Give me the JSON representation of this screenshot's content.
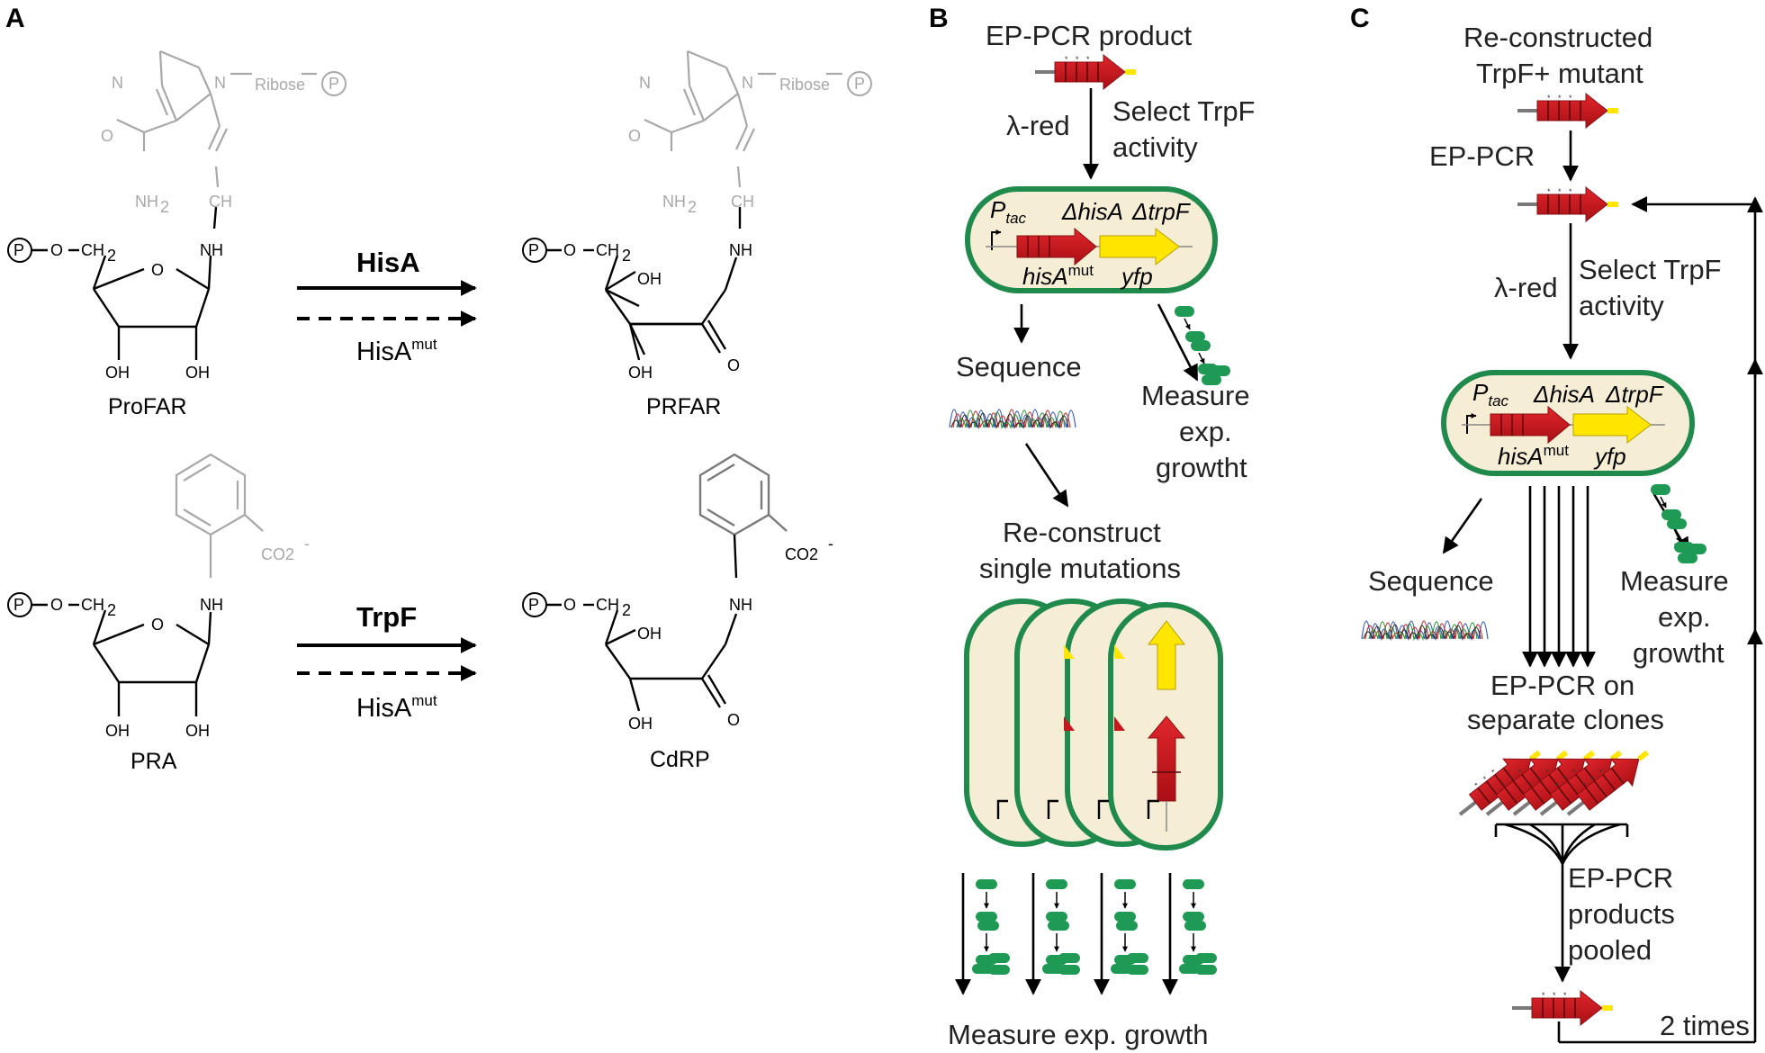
{
  "panels": {
    "a": "A",
    "b": "B",
    "c": "C"
  },
  "molecules": {
    "phosphate": "P",
    "o_link": "O",
    "ch2": "CH",
    "ch2_sub": "2",
    "ring_o": "O",
    "oh": "OH",
    "nh": "NH",
    "n": "N",
    "ribose": "Ribose",
    "carbonyl_o": "O",
    "amine": "NH",
    "amine_sub": "2",
    "ch": "CH",
    "co2": "CO2",
    "co2_charge": "-",
    "profar": "ProFAR",
    "prfar": "PRFAR",
    "pra": "PRA",
    "cdrp": "CdRP"
  },
  "reactions": {
    "hisa": "HisA",
    "trpf": "TrpF",
    "hisa_mut_base": "HisA",
    "hisa_mut_sup": "mut"
  },
  "panel_b": {
    "ep_pcr_product": "EP-PCR product",
    "lambda_red": "λ-red",
    "select_line1": "Select TrpF",
    "select_line2": "activity",
    "promoter_base": "P",
    "promoter_sub": "tac",
    "delta_hisa": "ΔhisA",
    "delta_trpf": "ΔtrpF",
    "hisa_gene": "hisA",
    "hisa_gene_sup": "mut",
    "yfp_gene": "yfp",
    "sequence": "Sequence",
    "measure_line1": "Measure",
    "measure_line2": "exp.",
    "measure_line3": "growtht",
    "reconstruct_line1": "Re-construct",
    "reconstruct_line2": "single mutations",
    "measure_growth": "Measure exp. growth"
  },
  "panel_c": {
    "title_line1": "Re-constructed",
    "title_line2": "TrpF+ mutant",
    "ep_pcr": "EP-PCR",
    "lambda_red": "λ-red",
    "select_line1": "Select TrpF",
    "select_line2": "activity",
    "promoter_base": "P",
    "promoter_sub": "tac",
    "delta_hisa": "ΔhisA",
    "delta_trpf": "ΔtrpF",
    "hisa_gene": "hisA",
    "hisa_gene_sup": "mut",
    "yfp_gene": "yfp",
    "sequence": "Sequence",
    "measure_line1": "Measure",
    "measure_line2": "exp.",
    "measure_line3": "growtht",
    "separate_line1": "EP-PCR on",
    "separate_line2": "separate clones",
    "pooled_line1": "EP-PCR",
    "pooled_line2": "products",
    "pooled_line3": "pooled",
    "repeat": "2 times"
  },
  "colors": {
    "gene_red": "#c8161d",
    "gene_dark": "#8c1014",
    "yfp_yellow": "#ffe600",
    "cell_fill": "#f6edd5",
    "cell_border": "#1f8a4c",
    "bacteria_green": "#1f9a55",
    "molecule_grey": "#a8a8a8"
  }
}
